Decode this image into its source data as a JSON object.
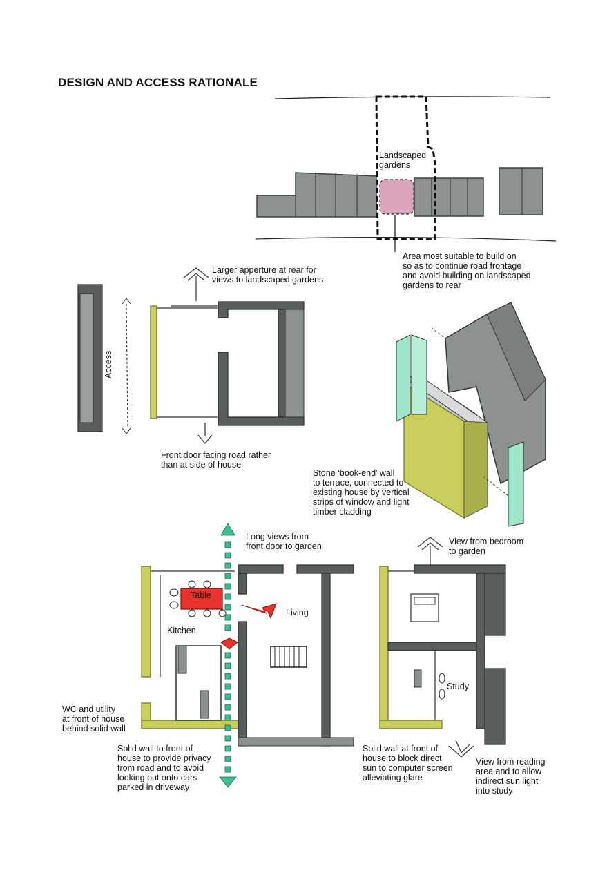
{
  "title": "DESIGN AND ACCESS RATIONALE",
  "site_plan": {
    "landscaped_label": "Landscaped\ngardens",
    "build_area_note": "Area most suitable to build on\nso as to continue road frontage\nand avoid building on landscaped\ngardens to rear"
  },
  "access_diagram": {
    "rear_note": "Larger apperture at rear for\nviews to landscaped gardens",
    "access_label": "Access",
    "front_note": "Front door facing road rather\nthan at side of house"
  },
  "axonometric": {
    "wall_note": "Stone ‘book-end’ wall\nto terrace, connected to\nexisting house by vertical\nstrips of window and light\ntimber cladding"
  },
  "ground_floor": {
    "views_note": "Long views from\nfront door to garden",
    "table_label": "Table",
    "living_label": "Living",
    "kitchen_label": "Kitchen",
    "wc_note": "WC and utility\nat front of house\nbehind solid wall",
    "solid_wall_note": "Solid wall to front of\nhouse to provide privacy\nfrom road and to avoid\nlooking out onto cars\nparked in driveway"
  },
  "first_floor": {
    "bedroom_view_note": "View from bedroom\nto garden",
    "study_label": "Study",
    "solid_wall_note": "Solid wall at front of\nhouse to block direct\nsun to computer screen\nalleviating glare",
    "reading_note": "View from reading\narea and to allow\nindirect sun light\ninto study"
  },
  "colors": {
    "existing_building": "#8d9190",
    "new_wall": "#c8cf5a",
    "build_area": "#d9a6bd",
    "table": "#e8332c",
    "glazing": "#9fe6c8",
    "view_arrow": "#3dbf8f"
  }
}
